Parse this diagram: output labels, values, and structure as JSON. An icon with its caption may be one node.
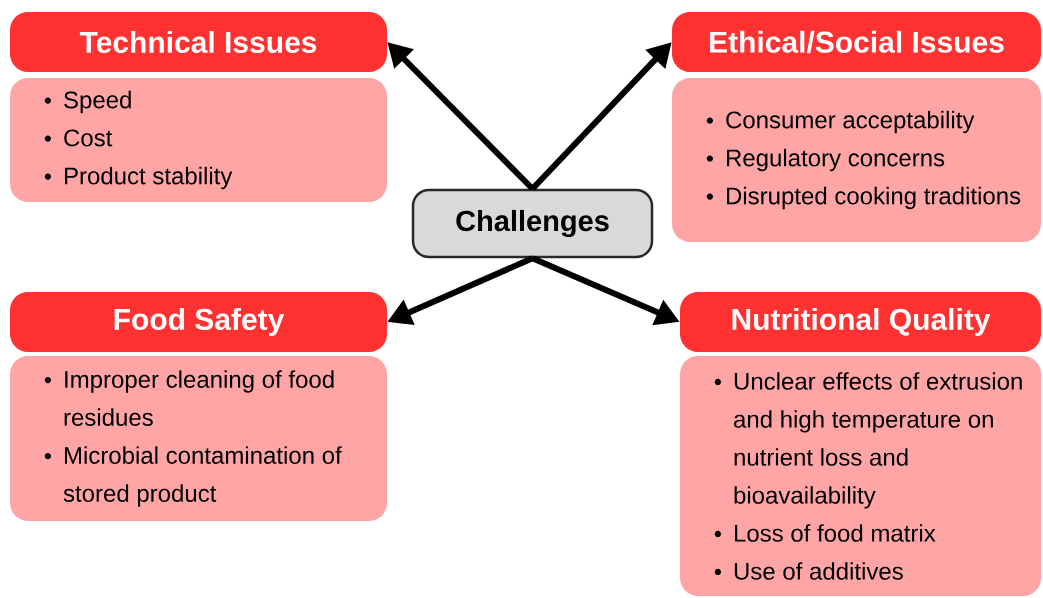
{
  "diagram": {
    "nodes": [
      {
        "text": [
          "Technical Issues"
        ]
      },
      {
        "text": [
          "Speed",
          "Cost",
          "Product stability"
        ]
      },
      {
        "text": [
          "Ethical/Social Issues"
        ]
      },
      {
        "text": [
          "Consumer acceptability",
          "Regulatory concerns",
          "Disrupted cooking traditions"
        ]
      },
      {
        "text": [
          "Challenges"
        ]
      },
      {
        "text": [
          "Food Safety"
        ]
      },
      {
        "text": [
          "Improper cleaning of food residues",
          "Microbial contamination of stored product"
        ]
      },
      {
        "text": [
          "Nutritional Quality"
        ]
      },
      {
        "text": [
          "Unclear effects of extrusion and high temperature on nutrient loss and bioavailability",
          "Loss of food matrix",
          "Use of additives"
        ]
      }
    ],
    "edges": [
      {
        "from": 4,
        "to": 0,
        "arrow": "to"
      },
      {
        "from": 4,
        "to": 2,
        "arrow": "to"
      },
      {
        "from": 4,
        "to": 5,
        "arrow": "to"
      },
      {
        "from": 4,
        "to": 7,
        "arrow": "to"
      }
    ]
  }
}
